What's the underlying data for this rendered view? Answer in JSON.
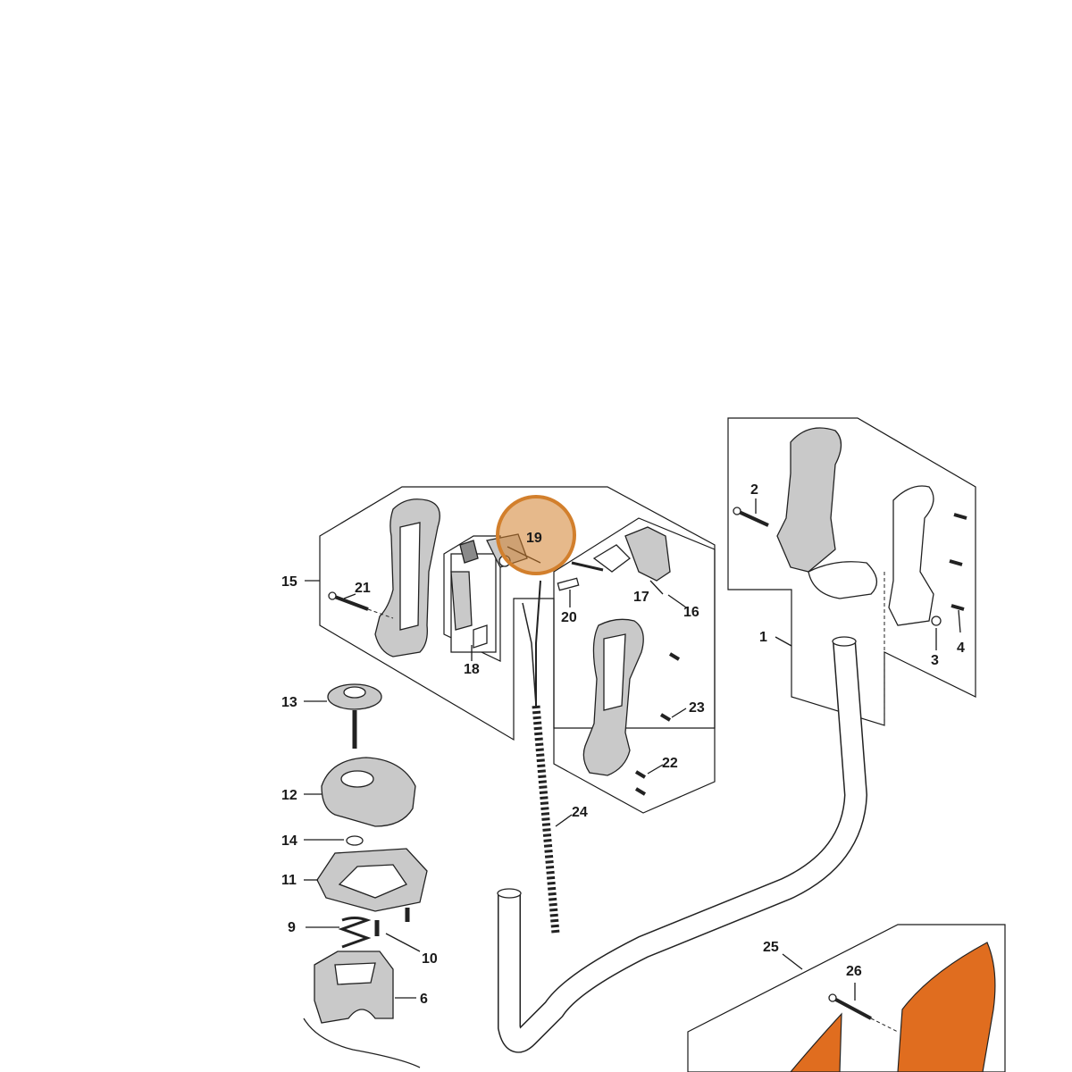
{
  "diagram": {
    "highlight_color": "#d27f2c",
    "accent_color": "#e06d1f",
    "callouts": [
      {
        "id": "1",
        "text": "1"
      },
      {
        "id": "2",
        "text": "2"
      },
      {
        "id": "3",
        "text": "3"
      },
      {
        "id": "4",
        "text": "4"
      },
      {
        "id": "6",
        "text": "6"
      },
      {
        "id": "9",
        "text": "9"
      },
      {
        "id": "10",
        "text": "10"
      },
      {
        "id": "11",
        "text": "11"
      },
      {
        "id": "12",
        "text": "12"
      },
      {
        "id": "13",
        "text": "13"
      },
      {
        "id": "14",
        "text": "14"
      },
      {
        "id": "15",
        "text": "15"
      },
      {
        "id": "16",
        "text": "16"
      },
      {
        "id": "17",
        "text": "17"
      },
      {
        "id": "18",
        "text": "18"
      },
      {
        "id": "19",
        "text": "19"
      },
      {
        "id": "20",
        "text": "20"
      },
      {
        "id": "21",
        "text": "21"
      },
      {
        "id": "22",
        "text": "22"
      },
      {
        "id": "23",
        "text": "23"
      },
      {
        "id": "24",
        "text": "24"
      },
      {
        "id": "25",
        "text": "25"
      },
      {
        "id": "26",
        "text": "26"
      }
    ]
  }
}
